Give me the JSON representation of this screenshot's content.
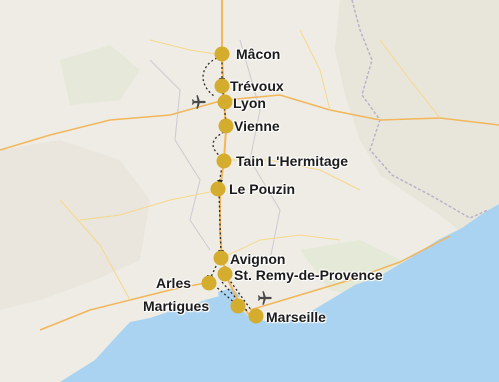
{
  "map": {
    "colors": {
      "land": "#eeece4",
      "sea": "#a9d3f1",
      "marker": "#d4ac2e",
      "route": "#2b2b2b",
      "border": "#b9b2c8",
      "road": "#f6d88a",
      "highway": "#f2b65b",
      "plane": "#4a4a4a"
    },
    "stops": [
      {
        "name": "Mâcon"
      },
      {
        "name": "Trévoux"
      },
      {
        "name": "Lyon"
      },
      {
        "name": "Vienne"
      },
      {
        "name": "Tain L'Hermitage"
      },
      {
        "name": "Le Pouzin"
      },
      {
        "name": "Avignon"
      },
      {
        "name": "St. Remy-de-Provence"
      },
      {
        "name": "Arles"
      },
      {
        "name": "Martigues"
      },
      {
        "name": "Marseille"
      }
    ],
    "airports": [
      {
        "icon": "airplane-icon",
        "near": "Lyon"
      },
      {
        "icon": "airplane-icon",
        "near": "Marseille"
      }
    ]
  }
}
